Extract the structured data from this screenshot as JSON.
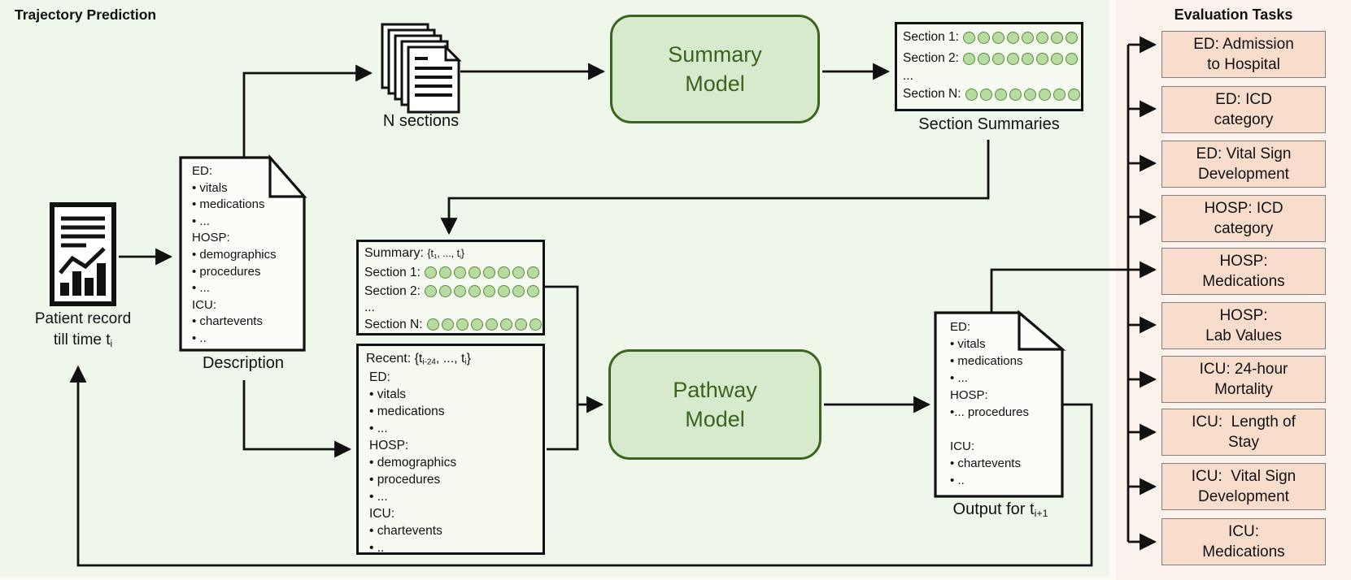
{
  "title": "Trajectory Prediction",
  "colors": {
    "canvas_green": "#eff7ea",
    "panel_pink": "#fcf2ec",
    "model_fill": "#d8eace",
    "model_stroke": "#3a6420",
    "task_fill": "#f8ddcd",
    "task_border": "#7f7f7f",
    "token_fill": "#b7dba1",
    "token_stroke": "#568c3a",
    "line_color": "#111111"
  },
  "patient_record": {
    "line1": "Patient record",
    "line2_pre": "till time t",
    "line2_sub": "i"
  },
  "description_doc": {
    "lines": [
      "ED:",
      "• vitals",
      "• medications",
      "• ...",
      "HOSP:",
      "• demographics",
      "• procedures",
      "• ...",
      "ICU:",
      "• chartevents",
      "• .."
    ],
    "label": "Description"
  },
  "n_sections": {
    "label": "N sections"
  },
  "summary_model": {
    "line1": "Summary",
    "line2": "Model"
  },
  "section_summaries": {
    "rows": [
      {
        "label": "Section 1:",
        "circles": 8
      },
      {
        "label": "Section 2:",
        "circles": 8
      },
      {
        "label": "...",
        "circles": 0
      },
      {
        "label": "Section N:",
        "circles": 8
      }
    ],
    "label": "Section Summaries"
  },
  "summary_box": {
    "title_pre": "Summary: ",
    "brace": "{t",
    "sub1": "1",
    "mid": ", ..., t",
    "sub2": "i",
    "close": "}",
    "rows": [
      {
        "label": "Section 1:",
        "circles": 8
      },
      {
        "label": "Section 2:",
        "circles": 8
      },
      {
        "label": "...",
        "circles": 0
      },
      {
        "label": "Section N:",
        "circles": 8
      }
    ]
  },
  "recent_box": {
    "title_pre": "Recent: {t",
    "sub1": "i-24",
    "mid": ", ..., t",
    "sub2": "i",
    "close": "}",
    "lines": [
      "ED:",
      "• vitals",
      "• medications",
      "• ...",
      "HOSP:",
      "• demographics",
      "• procedures",
      "• ...",
      "ICU:",
      "• chartevents",
      "• .."
    ]
  },
  "pathway_model": {
    "line1": "Pathway",
    "line2": "Model"
  },
  "output_doc": {
    "lines": [
      "ED:",
      "• vitals",
      "• medications",
      "• ...",
      "HOSP:",
      "•... procedures",
      "",
      "ICU:",
      "• chartevents",
      "• .."
    ],
    "label_pre": "Output for t",
    "label_sub": "i+1"
  },
  "evaluation": {
    "title": "Evaluation Tasks",
    "tasks": [
      {
        "line1": "ED: Admission",
        "line2": "to Hospital"
      },
      {
        "line1": "ED: ICD",
        "line2": "category"
      },
      {
        "line1": "ED: Vital Sign",
        "line2": "Development"
      },
      {
        "line1": "HOSP: ICD",
        "line2": "category"
      },
      {
        "line1": "HOSP:",
        "line2": "Medications"
      },
      {
        "line1": "HOSP:",
        "line2": "Lab Values"
      },
      {
        "line1": "ICU: 24-hour",
        "line2": "Mortality"
      },
      {
        "line1": "ICU:  Length of",
        "line2": "Stay"
      },
      {
        "line1": "ICU:  Vital Sign",
        "line2": "Development"
      },
      {
        "line1": "ICU:",
        "line2": "Medications"
      }
    ]
  }
}
